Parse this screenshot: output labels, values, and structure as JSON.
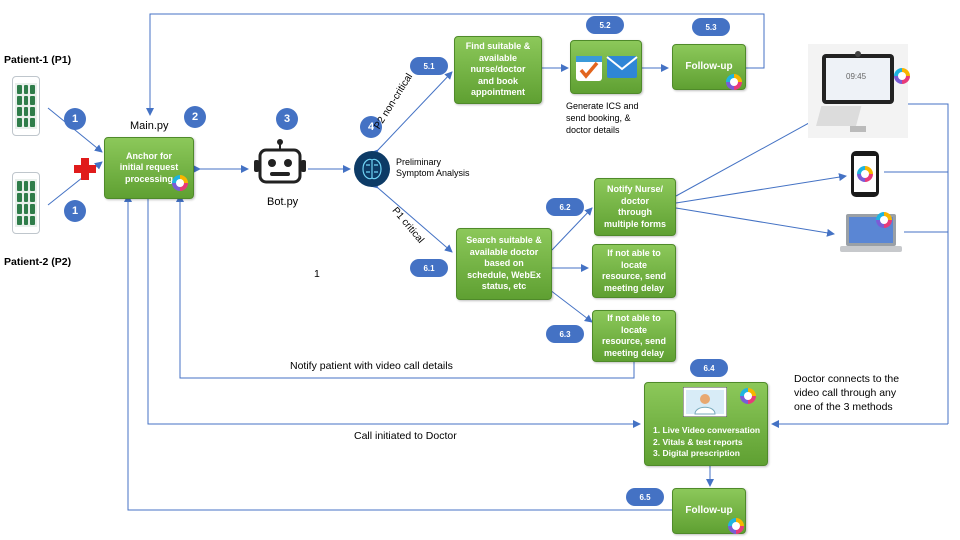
{
  "patients": {
    "p1_label": "Patient-1 (P1)",
    "p2_label": "Patient-2 (P2)"
  },
  "badges": {
    "b1a": "1",
    "b1b": "1",
    "b2": "2",
    "b3": "3",
    "b4": "4",
    "b51": "5.1",
    "b52": "5.2",
    "b53": "5.3",
    "b61": "6.1",
    "b62": "6.2",
    "b63": "6.3",
    "b64": "6.4",
    "b65": "6.5"
  },
  "labels": {
    "main_py": "Main.py",
    "bot_py": "Bot.py",
    "stray_one": "1",
    "preliminary": "Preliminary\nSymptom Analysis",
    "p2": "P2 non-critical",
    "p1": "P1 critical",
    "generate_ics": "Generate ICS and\nsend booking, &\ndoctor details",
    "notify_patient": "Notify patient with video call details",
    "call_initiated": "Call initiated to Doctor",
    "doctor_connects": "Doctor connects to the\nvideo call through any\none of the 3 methods"
  },
  "boxes": {
    "anchor": "Anchor for\ninitial request\nprocessing",
    "find": "Find suitable &\navailable\nnurse/doctor\nand book\nappointment",
    "followup_top": "Follow-up",
    "notify": "Notify Nurse/\ndoctor\nthrough\nmultiple forms",
    "search": "Search suitable &\navailable doctor\nbased on\nschedule, WebEx\nstatus, etc",
    "delay1": "If not able to\nlocate\nresource, send\nmeeting delay",
    "delay2": "If not able to\nlocate\nresource, send\nmeeting delay",
    "live": "1. Live Video conversation\n2. Vitals & test reports\n3. Digital prescription",
    "followup_bottom": "Follow-up"
  },
  "devices": {
    "room_clock": "09:45"
  },
  "colors": {
    "box_green": "#6db33f",
    "badge_blue": "#4472c4",
    "line_blue": "#4472c4",
    "cross_red": "#e01b1b"
  }
}
